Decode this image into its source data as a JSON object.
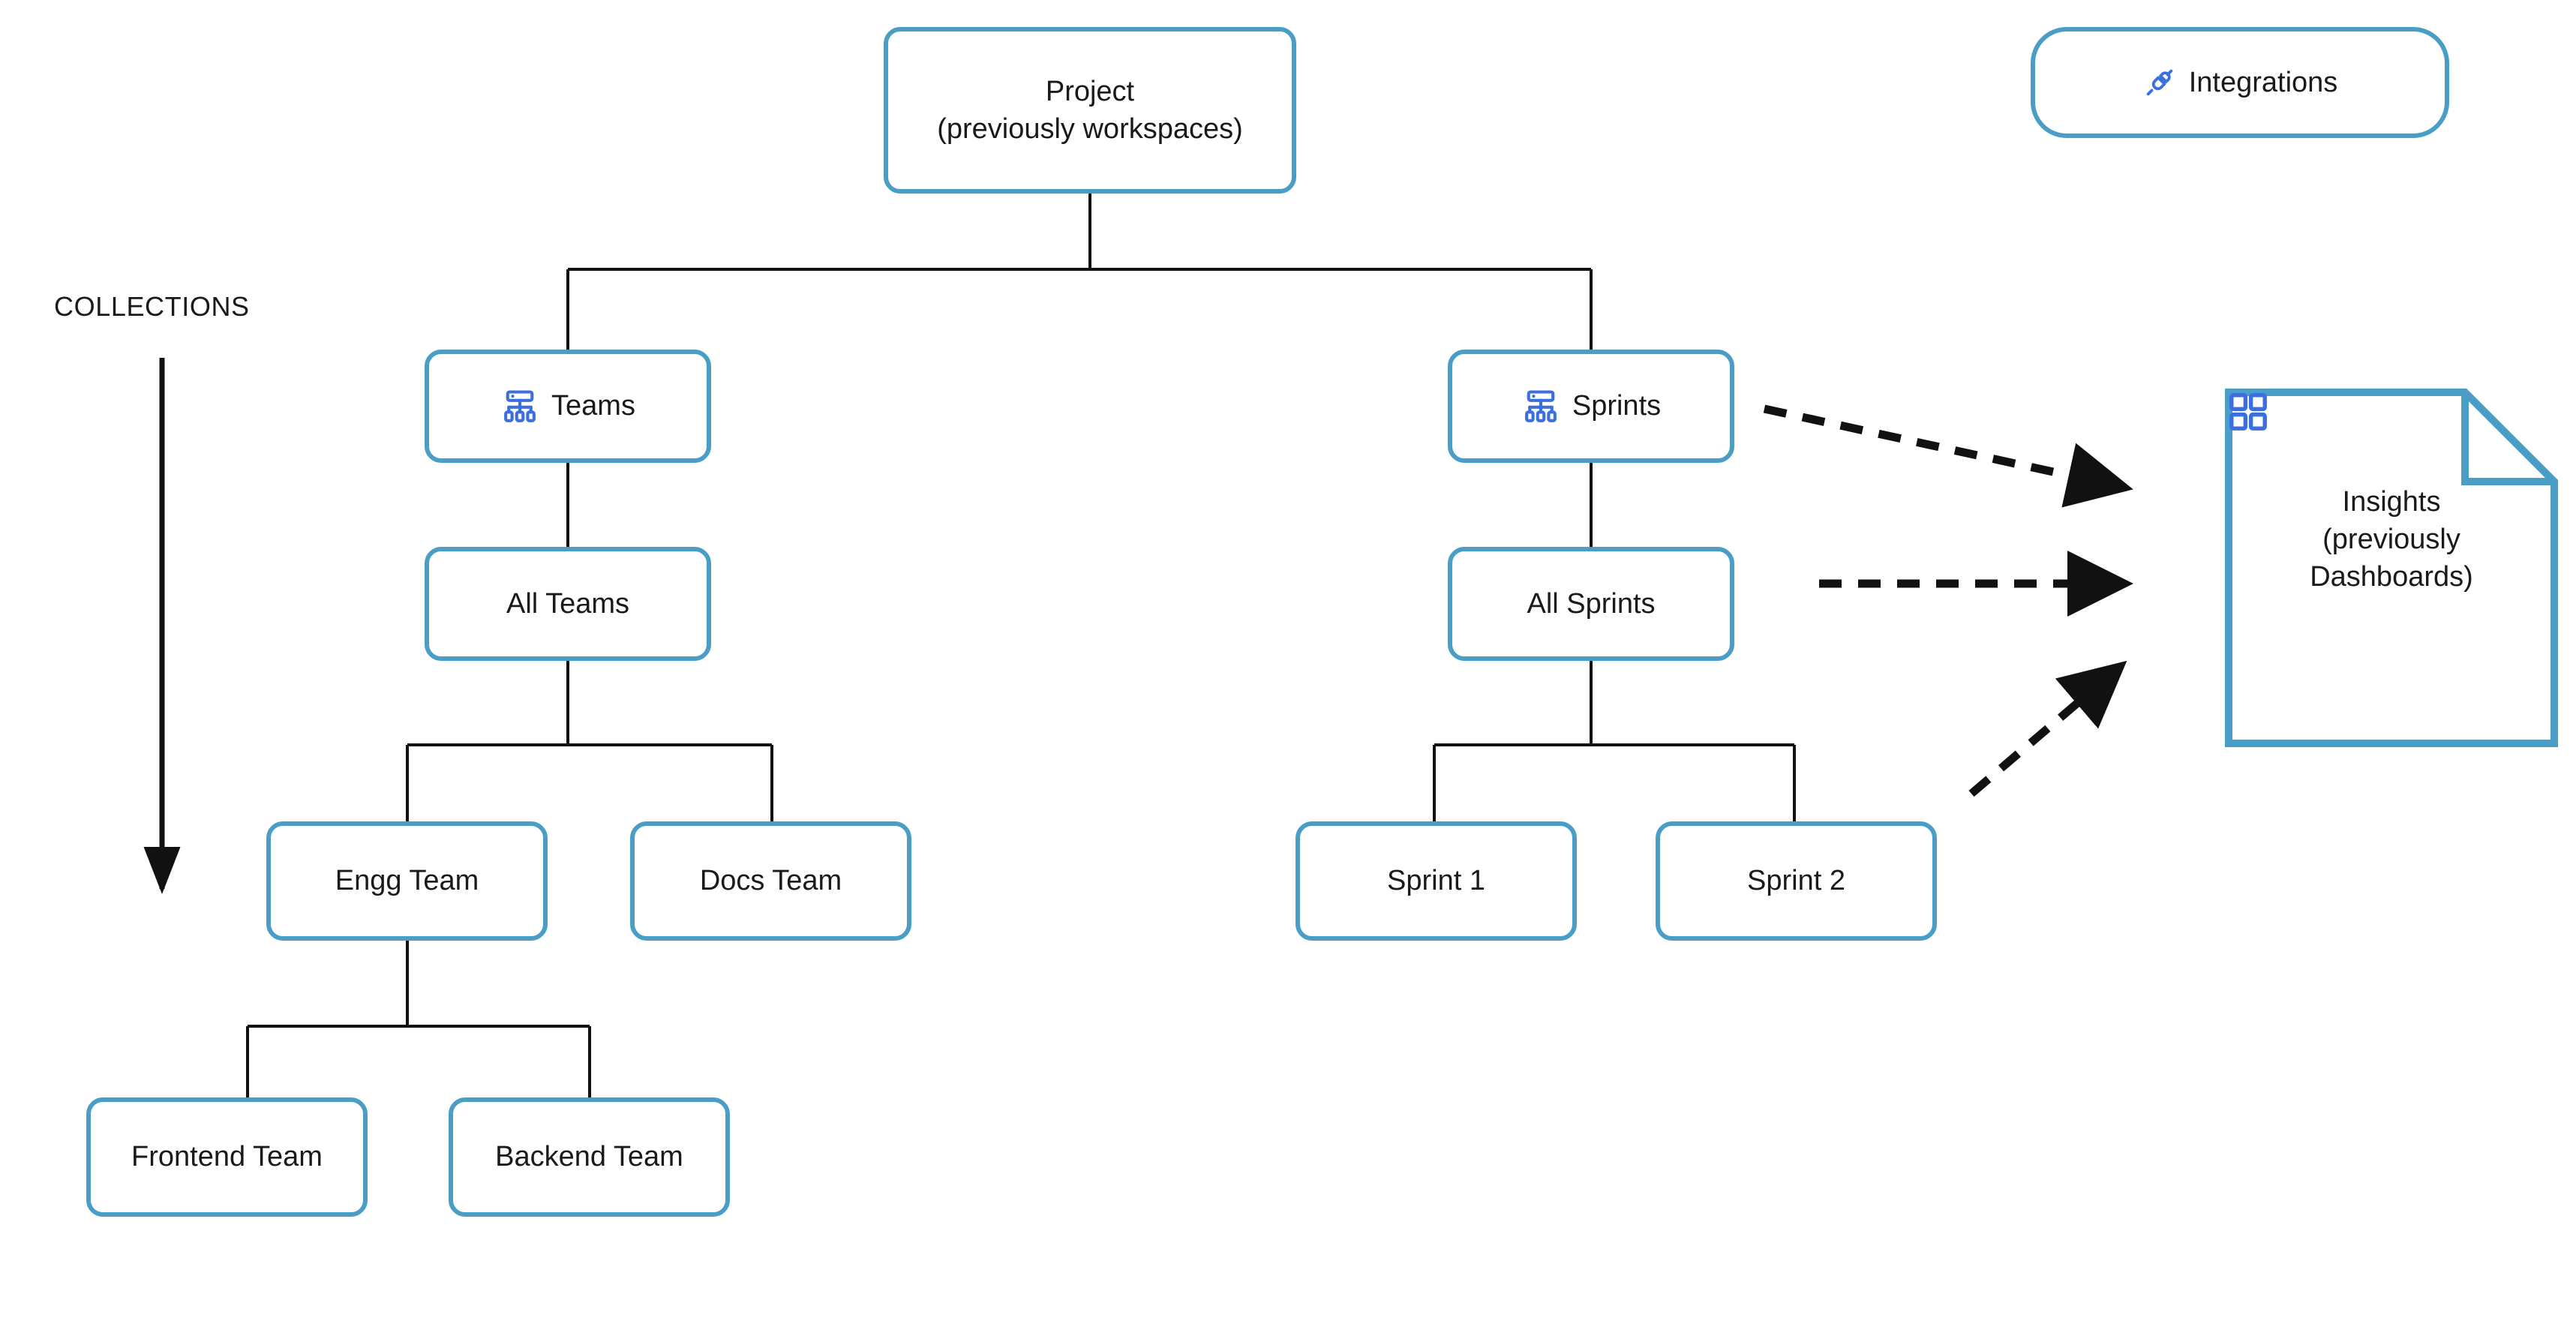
{
  "diagram": {
    "title_caption": "COLLECTIONS",
    "colors": {
      "node_border": "#4a9ec5",
      "connector": "#111111",
      "icon_blue": "#3b6fe0",
      "text": "#1a1a1a",
      "background": "#ffffff"
    },
    "nodes": {
      "project": {
        "label": "Project\n(previously workspaces)",
        "icon": null
      },
      "integrations": {
        "label": "Integrations",
        "icon": "plug-icon"
      },
      "teams": {
        "label": "Teams",
        "icon": "hierarchy-icon"
      },
      "sprints": {
        "label": "Sprints",
        "icon": "hierarchy-icon"
      },
      "all_teams": {
        "label": "All Teams",
        "icon": null
      },
      "all_sprints": {
        "label": "All Sprints",
        "icon": null
      },
      "engg_team": {
        "label": "Engg Team",
        "icon": null
      },
      "docs_team": {
        "label": "Docs Team",
        "icon": null
      },
      "sprint_1": {
        "label": "Sprint 1",
        "icon": null
      },
      "sprint_2": {
        "label": "Sprint 2",
        "icon": null
      },
      "frontend_team": {
        "label": "Frontend Team",
        "icon": null
      },
      "backend_team": {
        "label": "Backend Team",
        "icon": null
      },
      "insights": {
        "label": "Insights\n(previously\nDashboards)",
        "icon": "dashboard-grid-icon",
        "shape": "document-folded-corner"
      }
    },
    "edges": [
      {
        "from": "project",
        "to": "teams",
        "style": "solid"
      },
      {
        "from": "project",
        "to": "sprints",
        "style": "solid"
      },
      {
        "from": "teams",
        "to": "all_teams",
        "style": "solid"
      },
      {
        "from": "all_teams",
        "to": "engg_team",
        "style": "solid"
      },
      {
        "from": "all_teams",
        "to": "docs_team",
        "style": "solid"
      },
      {
        "from": "engg_team",
        "to": "frontend_team",
        "style": "solid"
      },
      {
        "from": "engg_team",
        "to": "backend_team",
        "style": "solid"
      },
      {
        "from": "sprints",
        "to": "all_sprints",
        "style": "solid"
      },
      {
        "from": "all_sprints",
        "to": "sprint_1",
        "style": "solid"
      },
      {
        "from": "all_sprints",
        "to": "sprint_2",
        "style": "solid"
      },
      {
        "from": "sprints",
        "to": "insights",
        "style": "dashed-arrow"
      },
      {
        "from": "all_sprints",
        "to": "insights",
        "style": "dashed-arrow"
      },
      {
        "from": "sprint_2",
        "to": "insights",
        "style": "dashed-arrow"
      }
    ],
    "collections_arrow": {
      "direction": "down",
      "label": "COLLECTIONS"
    }
  }
}
